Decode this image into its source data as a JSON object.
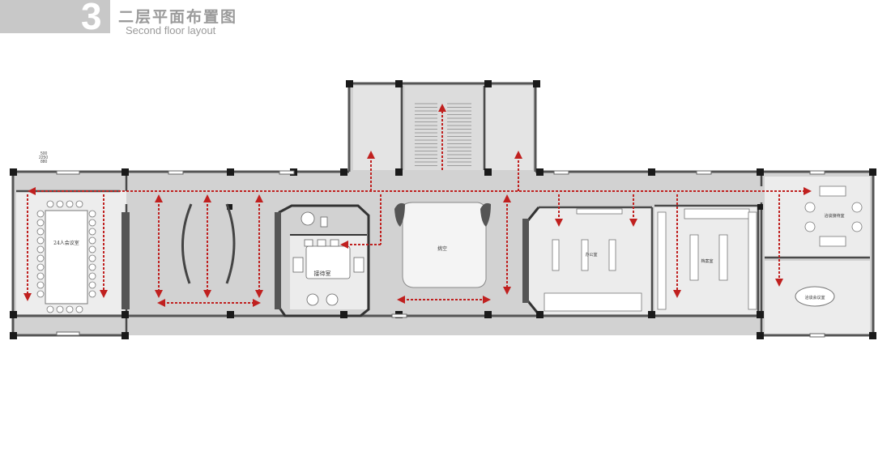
{
  "header": {
    "number": "3",
    "title_cn": "二层平面布置图",
    "title_en": "Second floor layout"
  },
  "rooms": {
    "meeting_24": "24人会议室",
    "reception": "接待室",
    "atrium": "挑空",
    "office": "办公室",
    "archive": "档案室",
    "tea": "洽谈接待室",
    "negotiation": "洽谈会议室"
  },
  "dims": {
    "top": "500",
    "mid": "2250",
    "bot": "880"
  },
  "colors": {
    "wall": "#555555",
    "column": "#1a1a1a",
    "floor": "#cfcfcf",
    "room": "#e9e9e9",
    "route": "#c0201f"
  }
}
